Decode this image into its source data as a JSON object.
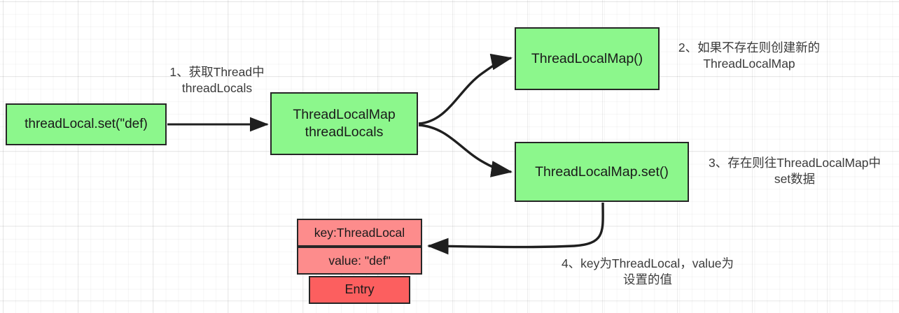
{
  "diagram": {
    "title": "ThreadLocal set flow",
    "colors": {
      "node_green": "#8cf78c",
      "node_pink": "#fd8c8c",
      "node_red": "#fc5f5f",
      "border": "#262626",
      "text": "#1a1a1a",
      "note_text": "#3b3b3b",
      "background": "#ffffff",
      "grid_line": "rgba(0,0,0,0.07)"
    },
    "nodes": {
      "set_call": "threadLocal.set(\"def)",
      "threadlocals": "ThreadLocalMap\nthreadLocals",
      "map_ctor": "ThreadLocalMap()",
      "map_set": "ThreadLocalMap.set()",
      "entry_key": "key:ThreadLocal",
      "entry_value": "value: \"def\"",
      "entry_label": "Entry"
    },
    "notes": {
      "step1": "1、获取Thread中\nthreadLocals",
      "step2": "2、如果不存在则创建新的\nThreadLocalMap",
      "step3": "3、存在则往ThreadLocalMap中\nset数据",
      "step4": "4、key为ThreadLocal，value为\n设置的值"
    },
    "edges": [
      {
        "name": "set-call-to-threadlocals",
        "kind": "straight-arrow"
      },
      {
        "name": "threadlocals-to-map-ctor",
        "kind": "curved-arrow"
      },
      {
        "name": "threadlocals-to-map-set",
        "kind": "curved-arrow"
      },
      {
        "name": "map-set-to-entry",
        "kind": "curved-arrow"
      }
    ]
  }
}
